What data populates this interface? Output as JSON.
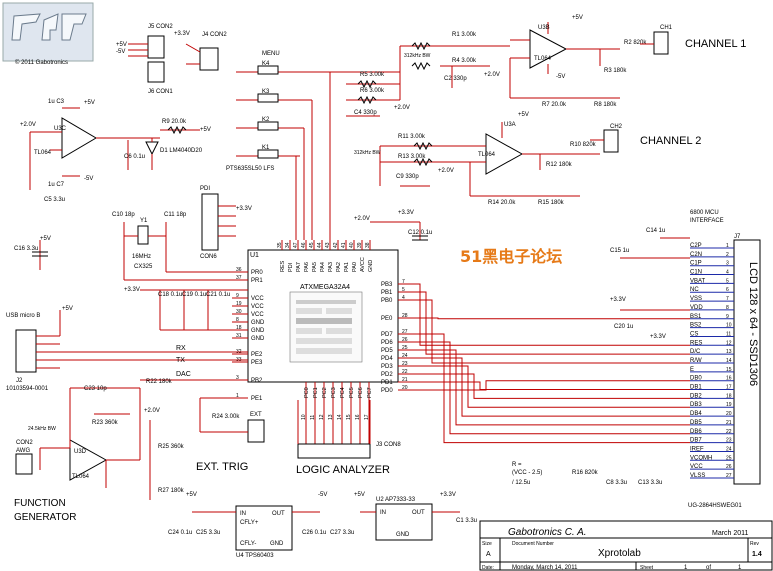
{
  "logo_copyright": "© 2011 Gabotronics",
  "labels": {
    "channel1": "CHANNEL 1",
    "channel2": "CHANNEL 2",
    "watermark": "51黑电子论坛",
    "logic_analyzer": "LOGIC ANALYZER",
    "ext_trig": "EXT. TRIG",
    "function_generator_1": "FUNCTION",
    "function_generator_2": "GENERATOR",
    "lcd": "LCD 128 x 64 - SSD1306",
    "lcd_part": "UG-2864HSWEG01",
    "mcu_interface_1": "6800 MCU",
    "mcu_interface_2": "INTERFACE",
    "usb": "USB micro B",
    "usb_part": "10103594-0001",
    "formula_1": "R =",
    "formula_2": "(VCC - 2.5)",
    "formula_3": "/ 12.5u",
    "freq_312": "312kHz BW",
    "freq_312b": "312kHz BW",
    "freq_24": "24.5kHz BW",
    "menu": "MENU",
    "switch_part": "PTS635SL50 LFS",
    "crystal_freq": "16MHz",
    "crystal_part": "CX325",
    "awg": "AWG",
    "con2_awg": "CON2"
  },
  "mcu": {
    "ref": "U1",
    "part": "ATXMEGA32A4",
    "pins_left": [
      "PR0",
      "PR1",
      "VCC",
      "VCC",
      "VCC",
      "GND",
      "GND",
      "GND",
      "PE2",
      "PE3",
      "PB2",
      "PE1"
    ],
    "pins_left_nums": [
      "36",
      "37",
      "9",
      "19",
      "30",
      "8",
      "18",
      "31",
      "32",
      "33",
      "3",
      "1"
    ],
    "pins_top": [
      "RES",
      "PDI",
      "PA7",
      "PA6",
      "PA5",
      "PA4",
      "PA3",
      "PA2",
      "PA1",
      "PA0",
      "AVCC",
      "GND"
    ],
    "pins_top_nums": [
      "35",
      "34",
      "47",
      "46",
      "45",
      "44",
      "43",
      "42",
      "41",
      "40",
      "39",
      "38"
    ],
    "pins_right": [
      "PB3",
      "PB1",
      "PB0",
      "PE0",
      "PD7",
      "PD6",
      "PD5",
      "PD4",
      "PD3",
      "PD2",
      "PD1",
      "PD0"
    ],
    "pins_right_nums": [
      "7",
      "5",
      "4",
      "28",
      "27",
      "26",
      "25",
      "24",
      "23",
      "22",
      "21",
      "20"
    ],
    "pins_bottom": [
      "PC0",
      "PC1",
      "PC2",
      "PC3",
      "PC4",
      "PC5",
      "PC6",
      "PC7"
    ],
    "pins_bottom_nums": [
      "10",
      "11",
      "12",
      "13",
      "14",
      "15",
      "16",
      "17"
    ]
  },
  "lcd_pins": [
    "C2P",
    "C2N",
    "C1P",
    "C1N",
    "VBAT",
    "NC",
    "VSS",
    "VDD",
    "BS1",
    "BS2",
    "CS",
    "RES",
    "D/C",
    "R/W",
    "E",
    "DB0",
    "DB1",
    "DB2",
    "DB3",
    "DB4",
    "DB5",
    "DB6",
    "DB7",
    "IREF",
    "VCOMH",
    "VCC",
    "VLSS"
  ],
  "nets": [
    "RX",
    "TX",
    "DAC"
  ],
  "components": {
    "r1": "R1 3.00k",
    "r4": "R4 3.00k",
    "r5": "R5 3.00k",
    "r6": "R6 3.00k",
    "r2": "R2 820k",
    "r3": "R3 180k",
    "r7": "R7 20.0k",
    "r8": "R8 180k",
    "r9": "R9 20.0k",
    "r10": "R10 820k",
    "r11": "R11 3.00k",
    "r12": "R12 180k",
    "r13": "R13 3.00k",
    "r14": "R14 20.0k",
    "r15": "R15 180k",
    "r16": "R16 820k",
    "r22": "R22 180k",
    "r23": "R23 360k",
    "r24": "R24 3.00k",
    "r25": "R25 360k",
    "r27": "R27 180k",
    "c2": "C2 330p",
    "c4": "C4 330p",
    "c9": "C9 330p",
    "c3": "1u C3",
    "c7": "1u C7",
    "c5": "C5 3.3u",
    "c6": "C6 0.1u",
    "c10": "C10 18p",
    "c11": "C11 18p",
    "c12": "C12 0.1u",
    "c14": "C14 1u",
    "c15": "C15 1u",
    "c16": "C16 3.3u",
    "c18": "C18 0.1u",
    "c19": "C19 0.1u",
    "c21": "C21 0.1u",
    "c20": "C20 1u",
    "c23": "C23 10p",
    "c24": "C24 0.1u",
    "c25": "C25 3.3u",
    "c26": "C26 0.1u",
    "c27": "C27 3.3u",
    "c1": "C1 3.3u",
    "c8": "C8 3.3u",
    "c13": "C13 3.3u",
    "d1": "D1 LM4040D20",
    "u3a": "U3A",
    "u3b": "U3B",
    "u3c": "U3C",
    "u3d": "U3D",
    "tl064": "TL064",
    "u4": "U4 TPS60403",
    "u2": "U2 AP7333-33",
    "j5": "J5 CON2",
    "j6": "J6 CON1",
    "j4": "J4 CON2",
    "j2": "J2",
    "j3": "J3 CON8",
    "j7": "J7",
    "pd1": "PDI",
    "con6": "CON6",
    "ch1": "CH1",
    "ch2": "CH2",
    "ext": "EXT",
    "k1": "K1",
    "k2": "K2",
    "k3": "K3",
    "k4": "K4",
    "y1": "Y1"
  },
  "power": {
    "p5": "+5V",
    "n5": "-5V",
    "p33": "+3.3V",
    "p2": "+2.0V"
  },
  "title_block": {
    "company": "Gabotronics C. A.",
    "date_top": "March 2011",
    "size_label": "Size",
    "size": "A",
    "docnum_label": "Document Number",
    "title": "Xprotolab",
    "rev_label": "Rev",
    "rev": "1.4",
    "date_label": "Date:",
    "date": "Monday, March 14, 2011",
    "sheet_label": "Sheet",
    "sheet": "1",
    "of_label": "of",
    "sheets": "1"
  }
}
